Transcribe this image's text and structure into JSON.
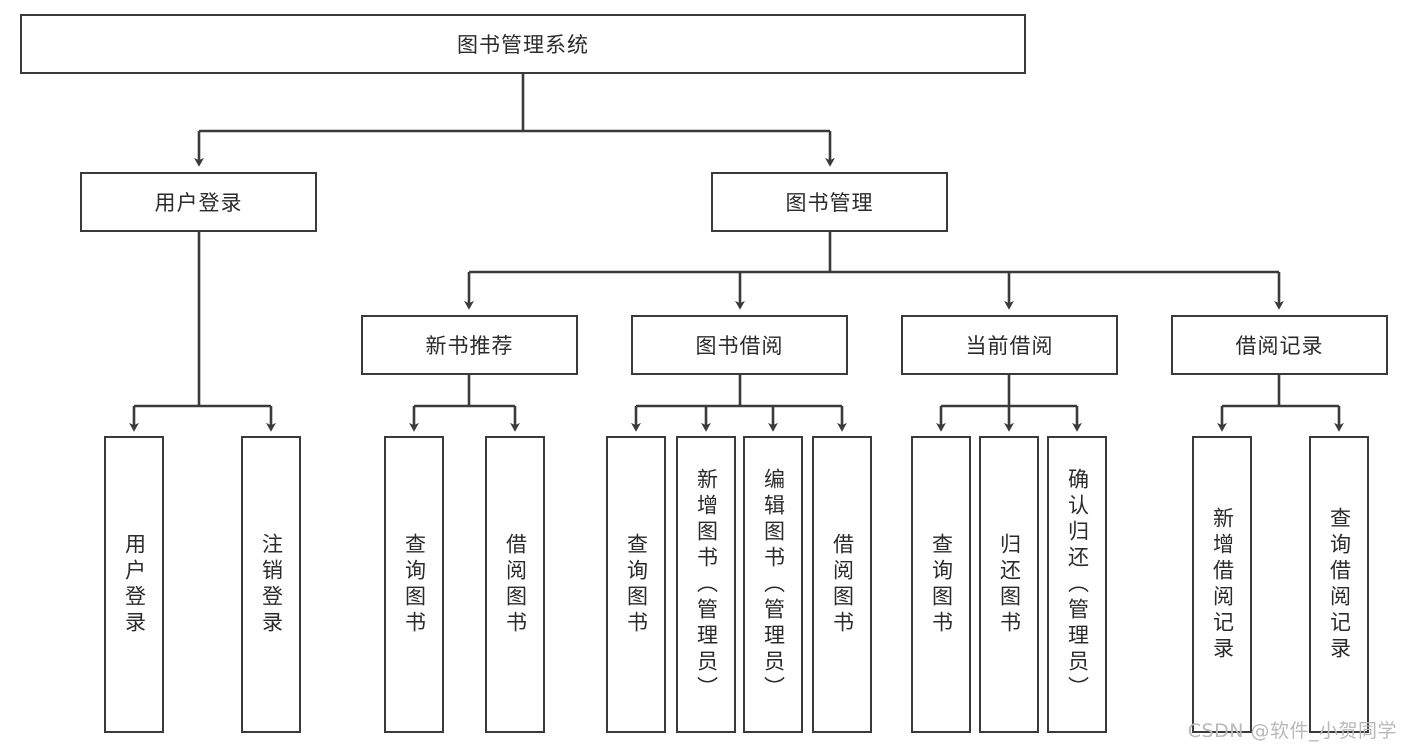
{
  "diagram": {
    "title": "图书管理系统",
    "type": "tree",
    "orientation": "top-down",
    "root": {
      "label": "图书管理系统"
    },
    "level2": [
      {
        "label": "用户登录"
      },
      {
        "label": "图书管理"
      }
    ],
    "level3": [
      {
        "label": "新书推荐",
        "parent": "图书管理"
      },
      {
        "label": "图书借阅",
        "parent": "图书管理"
      },
      {
        "label": "当前借阅",
        "parent": "图书管理"
      },
      {
        "label": "借阅记录",
        "parent": "图书管理"
      }
    ],
    "leaves": {
      "user_login": [
        {
          "label": "用户登录"
        },
        {
          "label": "注销登录"
        }
      ],
      "new_book_recommend": [
        {
          "label": "查询图书"
        },
        {
          "label": "借阅图书"
        }
      ],
      "book_borrow": [
        {
          "label": "查询图书"
        },
        {
          "label": "新增图书（管理员）"
        },
        {
          "label": "编辑图书（管理员）"
        },
        {
          "label": "借阅图书"
        }
      ],
      "current_borrow": [
        {
          "label": "查询图书"
        },
        {
          "label": "归还图书"
        },
        {
          "label": "确认归还（管理员）"
        }
      ],
      "borrow_record": [
        {
          "label": "新增借阅记录"
        },
        {
          "label": "查询借阅记录"
        }
      ]
    }
  },
  "watermark": {
    "text": "CSDN @软件_小贺同学"
  },
  "colors": {
    "stroke": "#3a3a3a",
    "fill": "#ffffff",
    "text": "#2b2b2b",
    "watermark": "#b9b9b9"
  }
}
